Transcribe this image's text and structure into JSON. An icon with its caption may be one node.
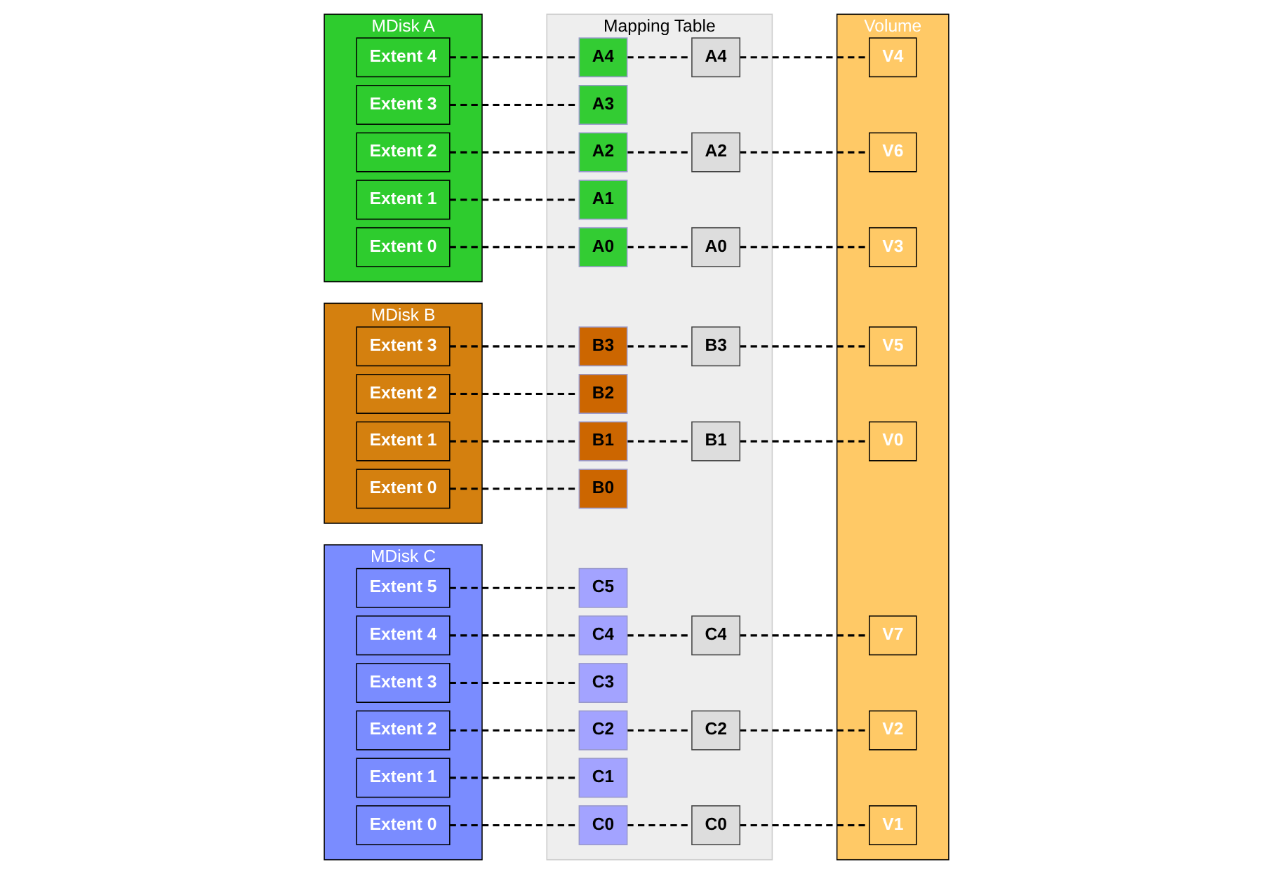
{
  "diagram": {
    "nodes": [
      {
        "text": [
          "MDisk A"
        ]
      },
      {
        "text": [
          "Extent 4"
        ],
        "in": 0
      },
      {
        "text": [
          "Extent 3"
        ],
        "in": 0
      },
      {
        "text": [
          "Extent 2"
        ],
        "in": 0
      },
      {
        "text": [
          "Extent 1"
        ],
        "in": 0
      },
      {
        "text": [
          "Extent 0"
        ],
        "in": 0
      },
      {
        "text": [
          "MDisk B"
        ]
      },
      {
        "text": [
          "Extent 3"
        ],
        "in": 6
      },
      {
        "text": [
          "Extent 2"
        ],
        "in": 6
      },
      {
        "text": [
          "Extent 1"
        ],
        "in": 6
      },
      {
        "text": [
          "Extent 0"
        ],
        "in": 6
      },
      {
        "text": [
          "MDisk C"
        ]
      },
      {
        "text": [
          "Extent 5"
        ],
        "in": 11
      },
      {
        "text": [
          "Extent 4"
        ],
        "in": 11
      },
      {
        "text": [
          "Extent 3"
        ],
        "in": 11
      },
      {
        "text": [
          "Extent 2"
        ],
        "in": 11
      },
      {
        "text": [
          "Extent 1"
        ],
        "in": 11
      },
      {
        "text": [
          "Extent 0"
        ],
        "in": 11
      },
      {
        "text": [
          "Mapping Table"
        ]
      },
      {
        "text": [
          "A4"
        ],
        "in": 18
      },
      {
        "text": [
          "A3"
        ],
        "in": 18
      },
      {
        "text": [
          "A2"
        ],
        "in": 18
      },
      {
        "text": [
          "A1"
        ],
        "in": 18
      },
      {
        "text": [
          "A0"
        ],
        "in": 18
      },
      {
        "text": [
          "B3"
        ],
        "in": 18
      },
      {
        "text": [
          "B2"
        ],
        "in": 18
      },
      {
        "text": [
          "B1"
        ],
        "in": 18
      },
      {
        "text": [
          "B0"
        ],
        "in": 18
      },
      {
        "text": [
          "C5"
        ],
        "in": 18
      },
      {
        "text": [
          "C4"
        ],
        "in": 18
      },
      {
        "text": [
          "C3"
        ],
        "in": 18
      },
      {
        "text": [
          "C2"
        ],
        "in": 18
      },
      {
        "text": [
          "C1"
        ],
        "in": 18
      },
      {
        "text": [
          "C0"
        ],
        "in": 18
      },
      {
        "text": [
          "C4"
        ],
        "in": 18
      },
      {
        "text": [
          "A2"
        ],
        "in": 18
      },
      {
        "text": [
          "B3"
        ],
        "in": 18
      },
      {
        "text": [
          "A4"
        ],
        "in": 18
      },
      {
        "text": [
          "A0"
        ],
        "in": 18
      },
      {
        "text": [
          "C2"
        ],
        "in": 18
      },
      {
        "text": [
          "C0"
        ],
        "in": 18
      },
      {
        "text": [
          "B1"
        ],
        "in": 18
      },
      {
        "text": [
          "Volume"
        ]
      },
      {
        "text": [
          "V7"
        ],
        "in": 42
      },
      {
        "text": [
          "V6"
        ],
        "in": 42
      },
      {
        "text": [
          "V5"
        ],
        "in": 42
      },
      {
        "text": [
          "V4"
        ],
        "in": 42
      },
      {
        "text": [
          "V3"
        ],
        "in": 42
      },
      {
        "text": [
          "V2"
        ],
        "in": 42
      },
      {
        "text": [
          "V1"
        ],
        "in": 42
      },
      {
        "text": [
          "V0"
        ],
        "in": 42
      }
    ],
    "edges": [
      {
        "from": 1,
        "to": 19,
        "arrow": "none",
        "style": "dashed"
      },
      {
        "from": 2,
        "to": 20,
        "arrow": "none",
        "style": "dashed"
      },
      {
        "from": 3,
        "to": 21,
        "arrow": "none",
        "style": "dashed"
      },
      {
        "from": 4,
        "to": 22,
        "arrow": "none",
        "style": "dashed"
      },
      {
        "from": 5,
        "to": 23,
        "arrow": "none",
        "style": "dashed"
      },
      {
        "from": 7,
        "to": 24,
        "arrow": "none",
        "style": "dashed"
      },
      {
        "from": 8,
        "to": 25,
        "arrow": "none",
        "style": "dashed"
      },
      {
        "from": 9,
        "to": 26,
        "arrow": "none",
        "style": "dashed"
      },
      {
        "from": 10,
        "to": 27,
        "arrow": "none",
        "style": "dashed"
      },
      {
        "from": 12,
        "to": 28,
        "arrow": "none",
        "style": "dashed"
      },
      {
        "from": 13,
        "to": 29,
        "arrow": "none",
        "style": "dashed"
      },
      {
        "from": 14,
        "to": 30,
        "arrow": "none",
        "style": "dashed"
      },
      {
        "from": 15,
        "to": 31,
        "arrow": "none",
        "style": "dashed"
      },
      {
        "from": 16,
        "to": 32,
        "arrow": "none",
        "style": "dashed"
      },
      {
        "from": 17,
        "to": 33,
        "arrow": "none",
        "style": "dashed"
      },
      {
        "from": 19,
        "to": 37,
        "arrow": "none",
        "style": "dashed"
      },
      {
        "from": 21,
        "to": 35,
        "arrow": "none",
        "style": "dashed"
      },
      {
        "from": 23,
        "to": 38,
        "arrow": "none",
        "style": "dashed"
      },
      {
        "from": 24,
        "to": 36,
        "arrow": "none",
        "style": "dashed"
      },
      {
        "from": 26,
        "to": 41,
        "arrow": "none",
        "style": "dashed"
      },
      {
        "from": 29,
        "to": 34,
        "arrow": "none",
        "style": "dashed"
      },
      {
        "from": 31,
        "to": 39,
        "arrow": "none",
        "style": "dashed"
      },
      {
        "from": 33,
        "to": 40,
        "arrow": "none",
        "style": "dashed"
      },
      {
        "from": 34,
        "to": 43,
        "arrow": "none",
        "style": "dashed"
      },
      {
        "from": 35,
        "to": 44,
        "arrow": "none",
        "style": "dashed"
      },
      {
        "from": 36,
        "to": 45,
        "arrow": "none",
        "style": "dashed"
      },
      {
        "from": 37,
        "to": 46,
        "arrow": "none",
        "style": "dashed"
      },
      {
        "from": 38,
        "to": 47,
        "arrow": "none",
        "style": "dashed"
      },
      {
        "from": 39,
        "to": 48,
        "arrow": "none",
        "style": "dashed"
      },
      {
        "from": 40,
        "to": 49,
        "arrow": "none",
        "style": "dashed"
      },
      {
        "from": 41,
        "to": 50,
        "arrow": "none",
        "style": "dashed"
      }
    ]
  }
}
